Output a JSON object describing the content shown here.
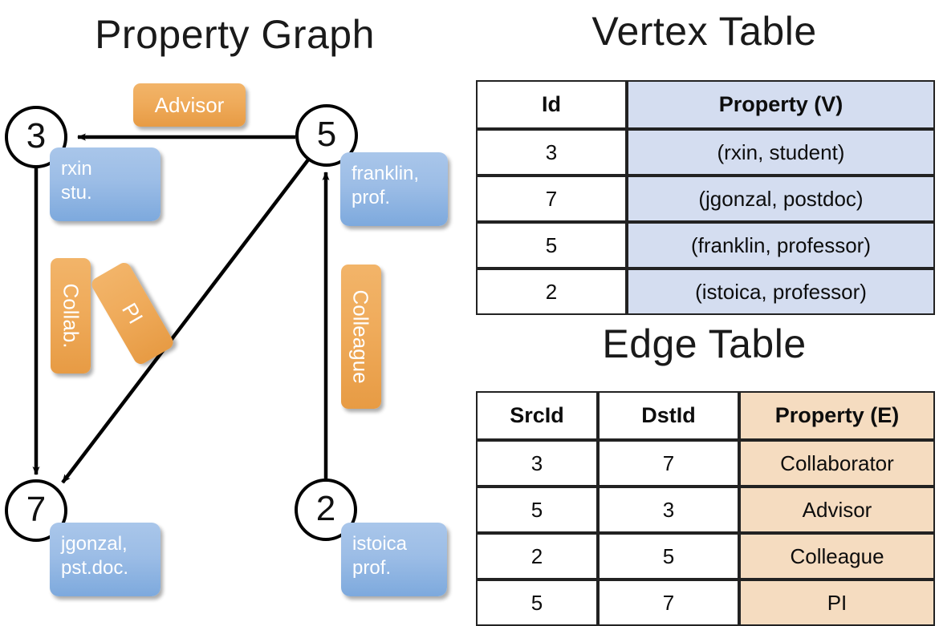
{
  "titles": {
    "property_graph": "Property Graph",
    "vertex_table": "Vertex Table",
    "edge_table": "Edge Table"
  },
  "graph": {
    "nodes": [
      {
        "id": "3",
        "property_label": "rxin\nstu.",
        "line1": "rxin",
        "line2": "stu."
      },
      {
        "id": "5",
        "property_label": "franklin,\nprof.",
        "line1": "franklin,",
        "line2": "prof."
      },
      {
        "id": "7",
        "property_label": "jgonzal,\npst.doc.",
        "line1": "jgonzal,",
        "line2": "pst.doc."
      },
      {
        "id": "2",
        "property_label": "istoica\nprof.",
        "line1": "istoica",
        "line2": "prof."
      }
    ],
    "edges": [
      {
        "label": "Advisor",
        "src": "5",
        "dst": "3"
      },
      {
        "label": "Collab.",
        "src": "3",
        "dst": "7"
      },
      {
        "label": "PI",
        "src": "5",
        "dst": "7"
      },
      {
        "label": "Colleague",
        "src": "2",
        "dst": "5"
      }
    ]
  },
  "vertex_table": {
    "headers": [
      "Id",
      "Property (V)"
    ],
    "rows": [
      {
        "id": "3",
        "property": "(rxin, student)"
      },
      {
        "id": "7",
        "property": "(jgonzal, postdoc)"
      },
      {
        "id": "5",
        "property": "(franklin, professor)"
      },
      {
        "id": "2",
        "property": "(istoica, professor)"
      }
    ]
  },
  "edge_table": {
    "headers": [
      "SrcId",
      "DstId",
      "Property (E)"
    ],
    "rows": [
      {
        "src": "3",
        "dst": "7",
        "property": "Collaborator"
      },
      {
        "src": "5",
        "dst": "3",
        "property": "Advisor"
      },
      {
        "src": "2",
        "dst": "5",
        "property": "Colleague"
      },
      {
        "src": "5",
        "dst": "7",
        "property": "PI"
      }
    ]
  },
  "colors": {
    "vertex_property_fill": "#d4ddf0",
    "edge_property_fill": "#f5dcc0",
    "node_property_box": "#9cbde6",
    "edge_label_box": "#efab5b",
    "stroke": "#000000",
    "background": "#ffffff"
  }
}
